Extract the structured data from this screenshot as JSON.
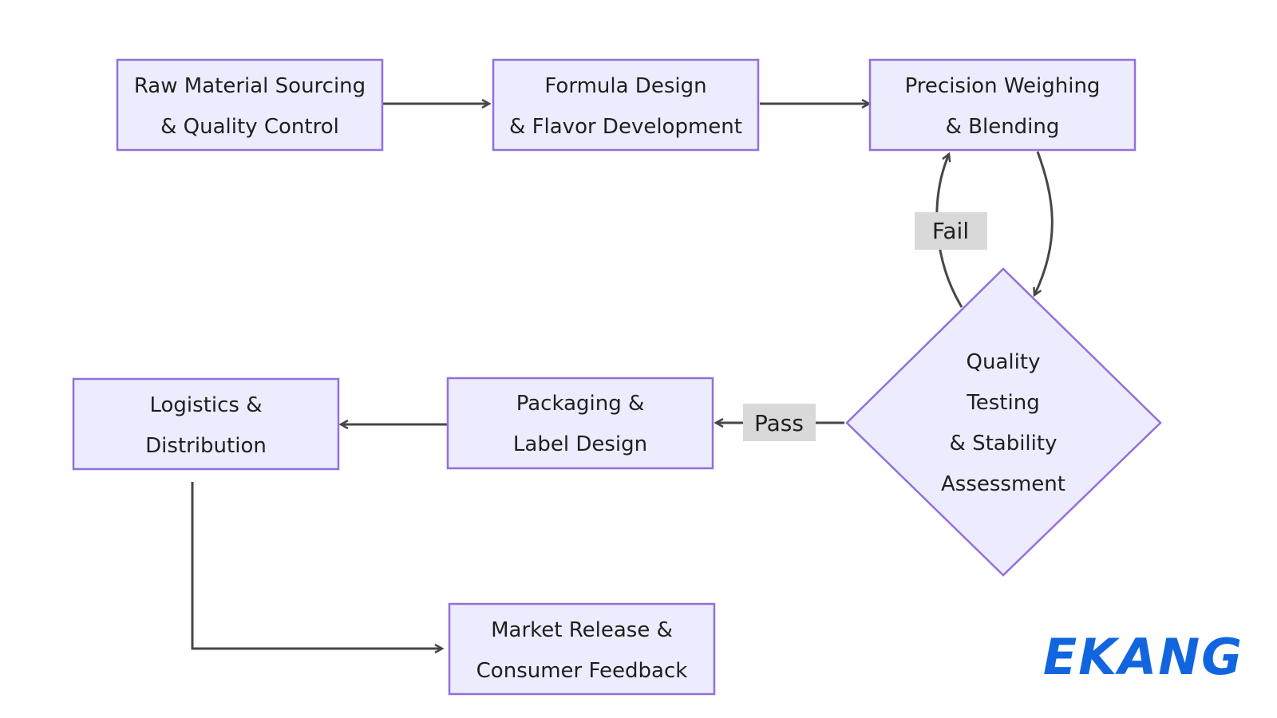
{
  "colors": {
    "node_fill": "#ececfe",
    "node_stroke": "#9370db",
    "edge": "#474747",
    "label_bg": "#d9d9d9",
    "brand": "#1166e0"
  },
  "nodes": {
    "raw_material": {
      "line1": "Raw Material Sourcing",
      "line2": "& Quality Control"
    },
    "formula": {
      "line1": "Formula Design",
      "line2": "& Flavor Development"
    },
    "weighing": {
      "line1": "Precision Weighing",
      "line2": "& Blending"
    },
    "quality": {
      "line1": "Quality",
      "line2": "Testing",
      "line3": "& Stability",
      "line4": "Assessment"
    },
    "packaging": {
      "line1": "Packaging &",
      "line2": "Label Design"
    },
    "logistics": {
      "line1": "Logistics &",
      "line2": "Distribution"
    },
    "market": {
      "line1": "Market Release &",
      "line2": "Consumer Feedback"
    }
  },
  "edge_labels": {
    "fail": "Fail",
    "pass": "Pass"
  },
  "brand": {
    "logo_text": "EKANG"
  }
}
